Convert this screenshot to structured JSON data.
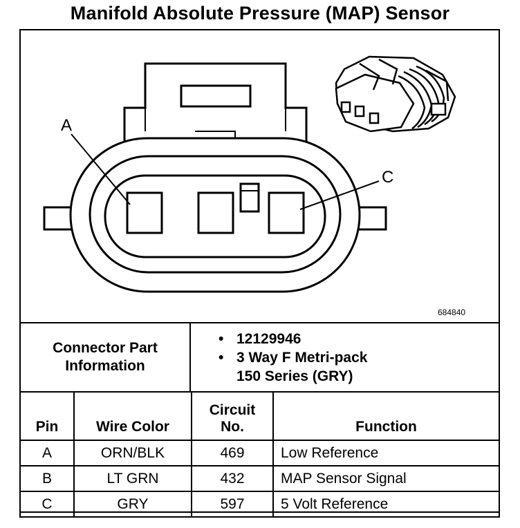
{
  "title": "Manifold Absolute Pressure (MAP) Sensor",
  "figure_id": "684840",
  "pin_labels": {
    "a": "A",
    "c": "C"
  },
  "connector_info": {
    "label_line1": "Connector Part",
    "label_line2": "Information",
    "part_number": "12129946",
    "desc_line1": "3 Way F Metri-pack",
    "desc_line2": "150 Series (GRY)"
  },
  "table": {
    "headers": {
      "pin": "Pin",
      "wire_color": "Wire Color",
      "circuit_line1": "Circuit",
      "circuit_line2": "No.",
      "function": "Function"
    },
    "rows": [
      {
        "pin": "A",
        "wire_color": "ORN/BLK",
        "circuit": "469",
        "function": "Low Reference"
      },
      {
        "pin": "B",
        "wire_color": "LT GRN",
        "circuit": "432",
        "function": "MAP Sensor Signal"
      },
      {
        "pin": "C",
        "wire_color": "GRY",
        "circuit": "597",
        "function": "5 Volt Reference"
      }
    ]
  }
}
